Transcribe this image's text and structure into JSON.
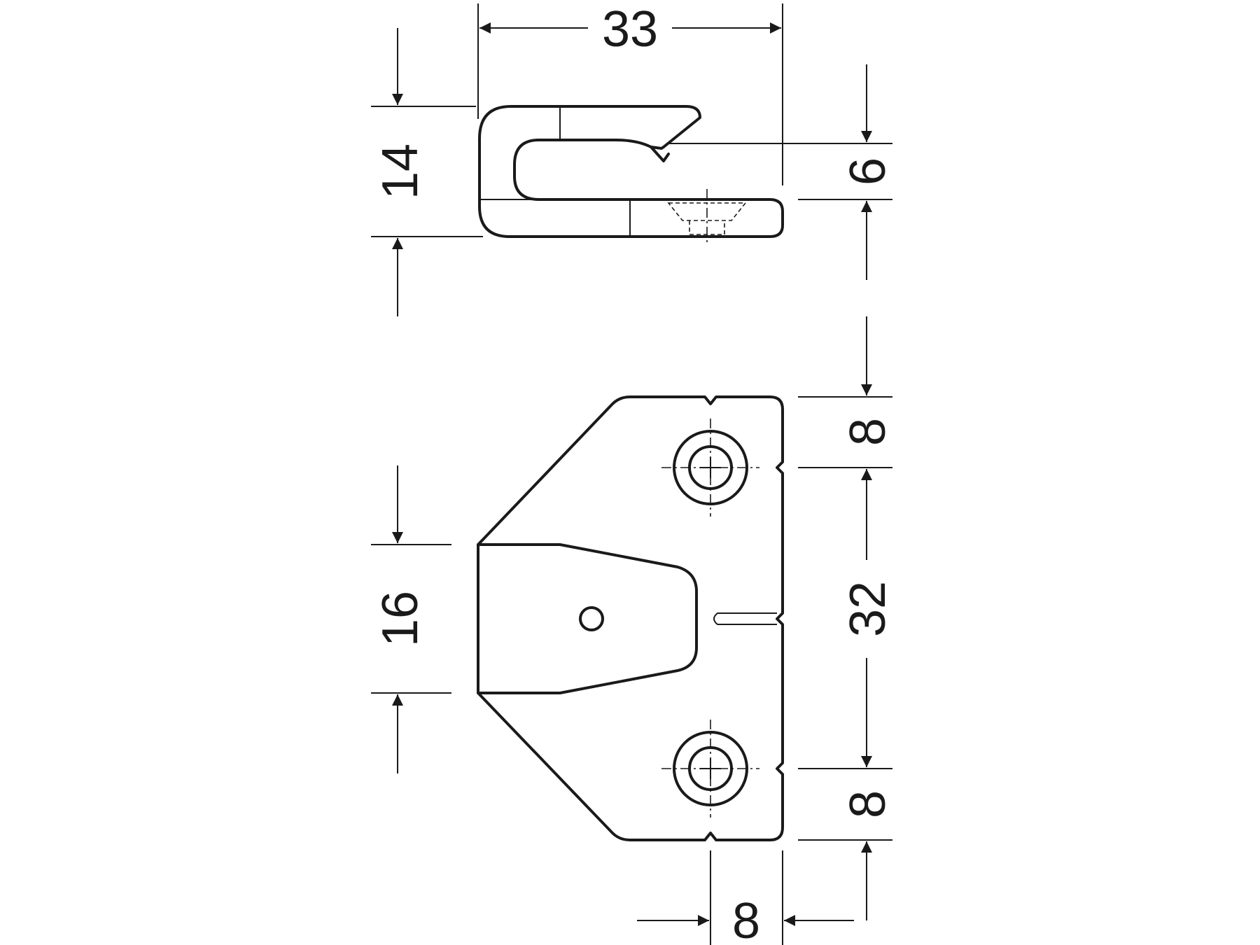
{
  "colors": {
    "line": "#1a1a1a",
    "background": "#ffffff"
  },
  "side_view": {
    "dimensions": {
      "width_33": "33",
      "height_14": "14",
      "opening_6": "6"
    }
  },
  "front_view": {
    "dimensions": {
      "top_8": "8",
      "spacing_32": "32",
      "bottom_8": "8",
      "center_16": "16",
      "edge_8": "8"
    }
  }
}
